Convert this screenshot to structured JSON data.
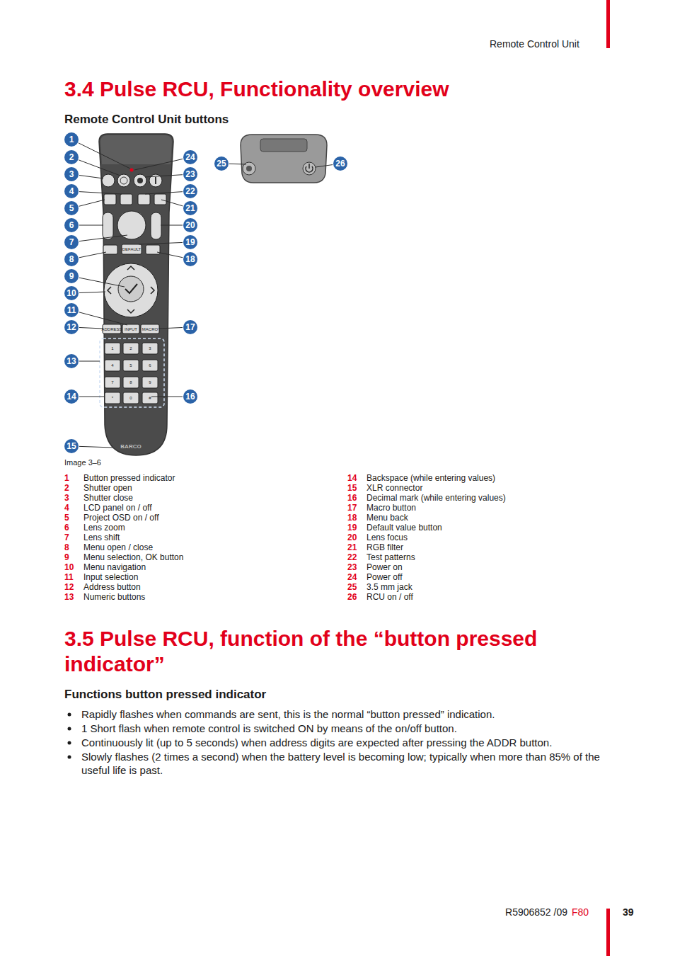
{
  "diagram": {
    "title": "3.4 Pulse RCU, Functionality overview",
    "labels": [
      "Remote Control Unit",
      "Remote Control Unit buttons",
      "1",
      "2",
      "3",
      "4",
      "5",
      "6",
      "7",
      "8",
      "9",
      "10",
      "11",
      "12",
      "13",
      "14",
      "15",
      "16",
      "17",
      "18",
      "19",
      "20",
      "21",
      "22",
      "23",
      "24",
      "25",
      "26",
      "Image 3–6",
      "1",
      "Button pressed indicator",
      "2",
      "Shutter open",
      "3",
      "Shutter close",
      "4",
      "LCD panel on / off",
      "5",
      "Project OSD on / off",
      "6",
      "Lens zoom",
      "7",
      "Lens shift",
      "8",
      "Menu open / close",
      "9",
      "Menu selection, OK button",
      "10",
      "Menu navigation",
      "11",
      "Input selection",
      "12",
      "Address button",
      "13",
      "Numeric buttons",
      "14",
      "Backspace (while entering values)",
      "15",
      "XLR connector",
      "16",
      "Decimal mark (while entering values)",
      "17",
      "Macro button",
      "18",
      "Menu back",
      "19",
      "Default value button",
      "20",
      "Lens focus",
      "21",
      "RGB filter",
      "22",
      "Test patterns",
      "23",
      "Power on",
      "24",
      "Power off",
      "25",
      "3.5 mm jack",
      "26",
      "RCU on / off",
      "3.5 Pulse RCU, function of the “button pressed indicator”",
      "Functions button pressed indicator",
      "Rapidly flashes when commands are sent, this is the normal “button pressed” indication.",
      "1 Short flash when remote control is switched ON by means of the on/off button.",
      "Continuously lit (up to 5 seconds) when address digits are expected after pressing the ADDR button.",
      "Slowly flashes (2 times a second) when the battery level is becoming low; typically when more than 85% of the useful life is past.",
      "R5906852 /09",
      "F80",
      "39",
      "1",
      "2",
      "3",
      "4",
      "5",
      "6",
      "7",
      "8",
      "9",
      "0",
      "*",
      "#",
      "BARCO",
      "DEFAULT",
      "ADDRESS",
      "INPUT",
      "MACRO"
    ]
  }
}
